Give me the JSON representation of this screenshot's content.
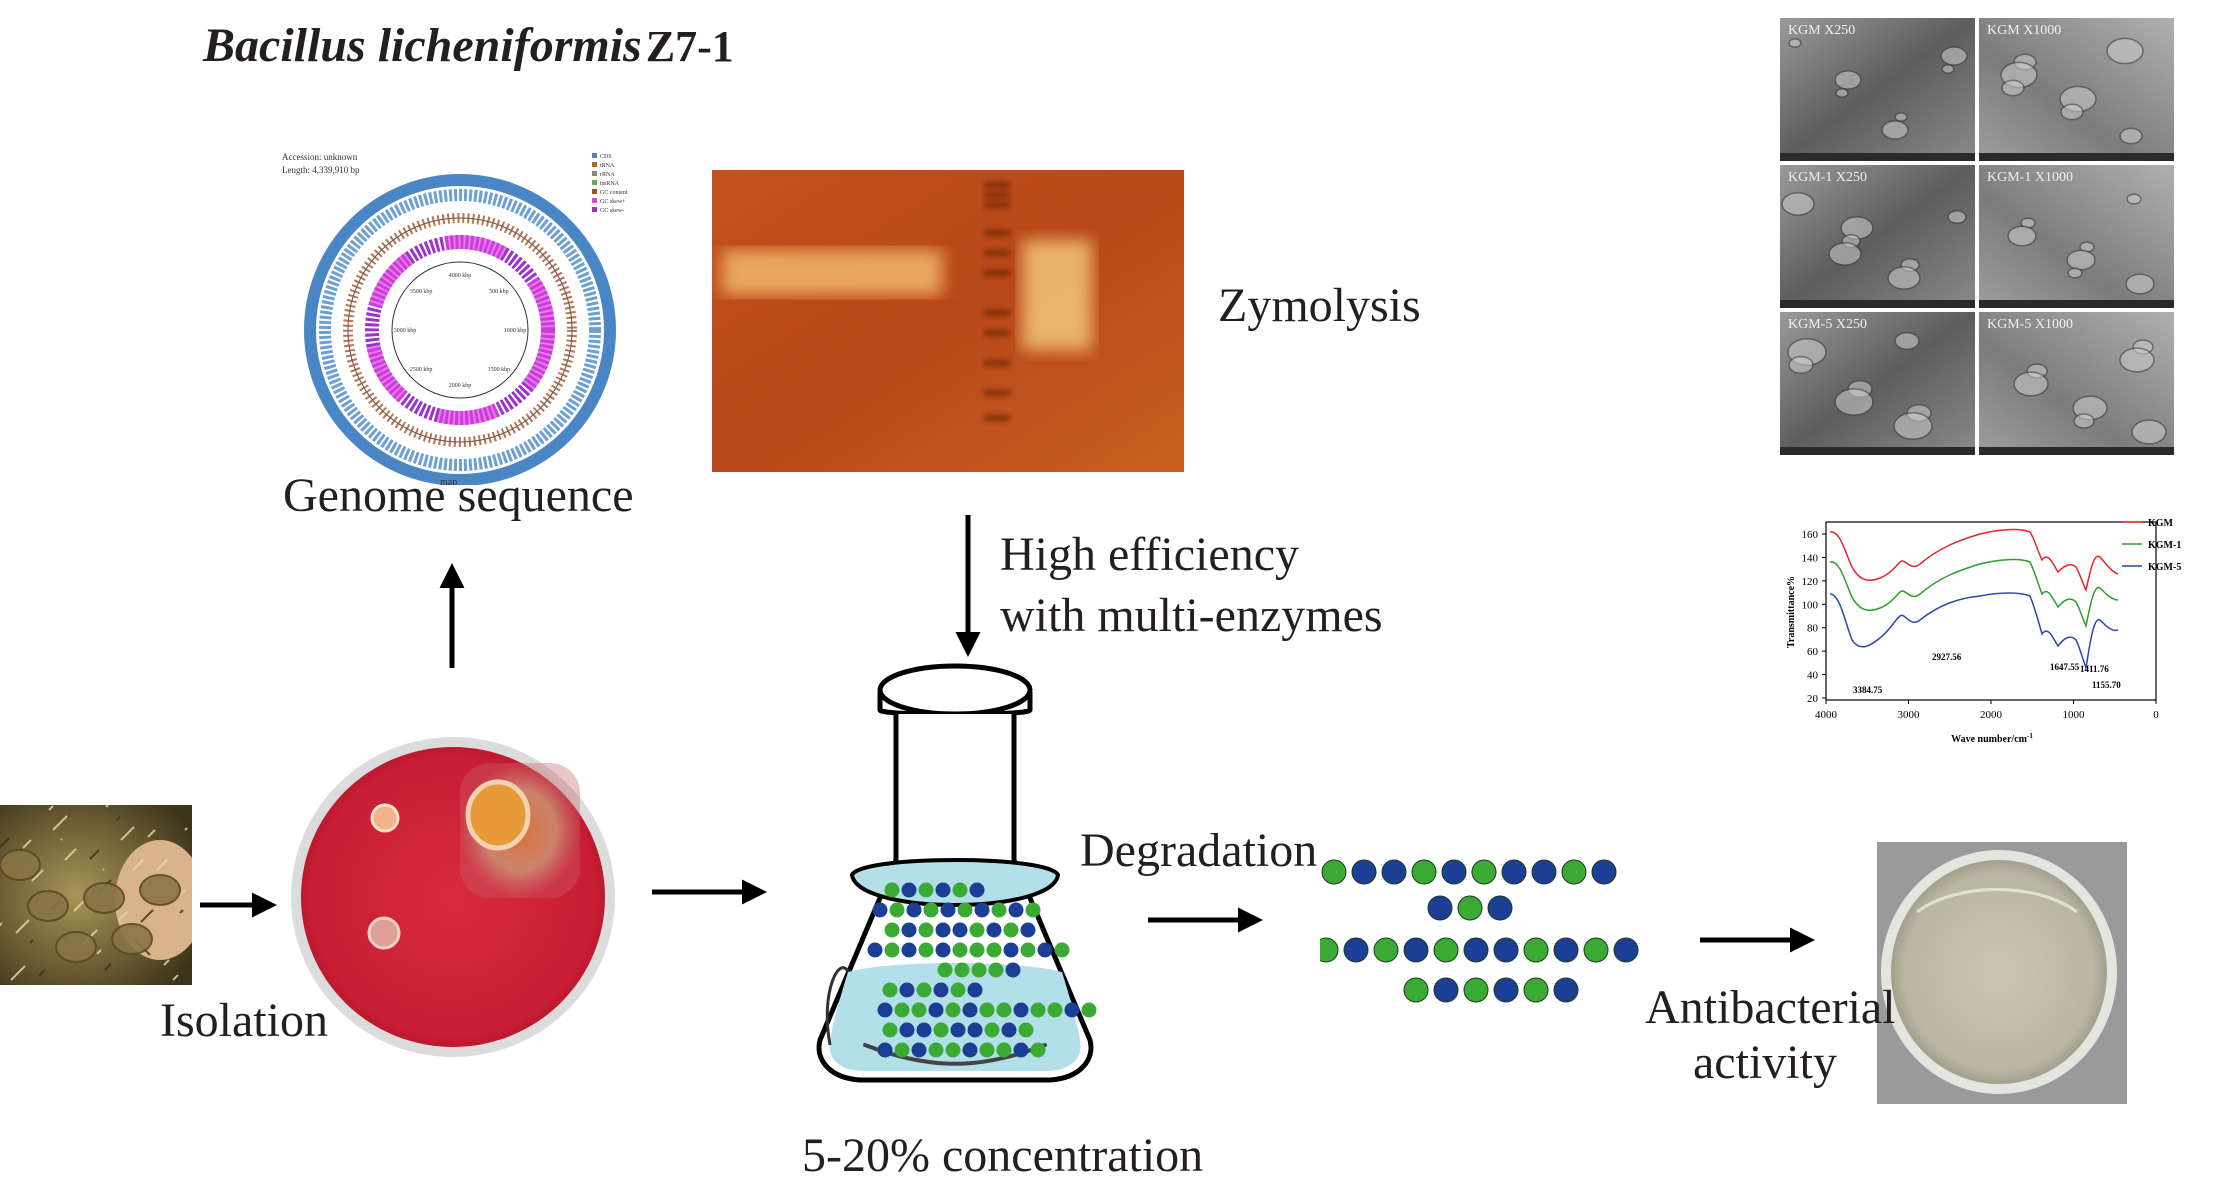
{
  "title": {
    "species": "Bacillus licheniformis",
    "strain": "Z7-1"
  },
  "labels": {
    "genome": "Genome sequence",
    "zymolysis": "Zymolysis",
    "high_efficiency_1": "High efficiency",
    "high_efficiency_2": "with multi-enzymes",
    "isolation": "Isolation",
    "degradation": "Degradation",
    "concentration": "5-20% concentration",
    "antibacterial_1": "Antibacterial",
    "antibacterial_2": "activity"
  },
  "genome_map": {
    "accession": "Accession: unknown",
    "length": "Length: 4,339,910 bp",
    "legend": [
      "CDS",
      "tRNA",
      "rRNA",
      "tmRNA",
      "GC content",
      "GC skew+",
      "GC skew-"
    ],
    "ticks": [
      "4000 kbp",
      "500 kbp",
      "1000 kbp",
      "1500 kbp",
      "2000 kbp",
      "2500 kbp",
      "3000 kbp",
      "3500 kbp"
    ],
    "map_label": "map"
  },
  "sem": {
    "panels": [
      "KGM X250",
      "KGM X1000",
      "KGM-1 X250",
      "KGM-1 X1000",
      "KGM-5 X250",
      "KGM-5 X1000"
    ]
  },
  "ftir": {
    "legend": [
      "KGM",
      "KGM-1",
      "KGM-5"
    ],
    "ylabel": "Transmittance%",
    "xlabel": "Wave number/cm",
    "xlabel_sup": "-1",
    "yticks": [
      "160",
      "140",
      "120",
      "100",
      "80",
      "60",
      "40",
      "20"
    ],
    "xticks": [
      "4000",
      "3000",
      "2000",
      "1000",
      "0"
    ],
    "annotations": [
      "3384.75",
      "2927.56",
      "1647.55",
      "1411.76",
      "1155.70"
    ]
  },
  "colors": {
    "green": "#3aaa35",
    "blue": "#1b3f94",
    "plate": "#c8102e",
    "liquid": "#b3dfe9",
    "gel": "#c5521f"
  }
}
